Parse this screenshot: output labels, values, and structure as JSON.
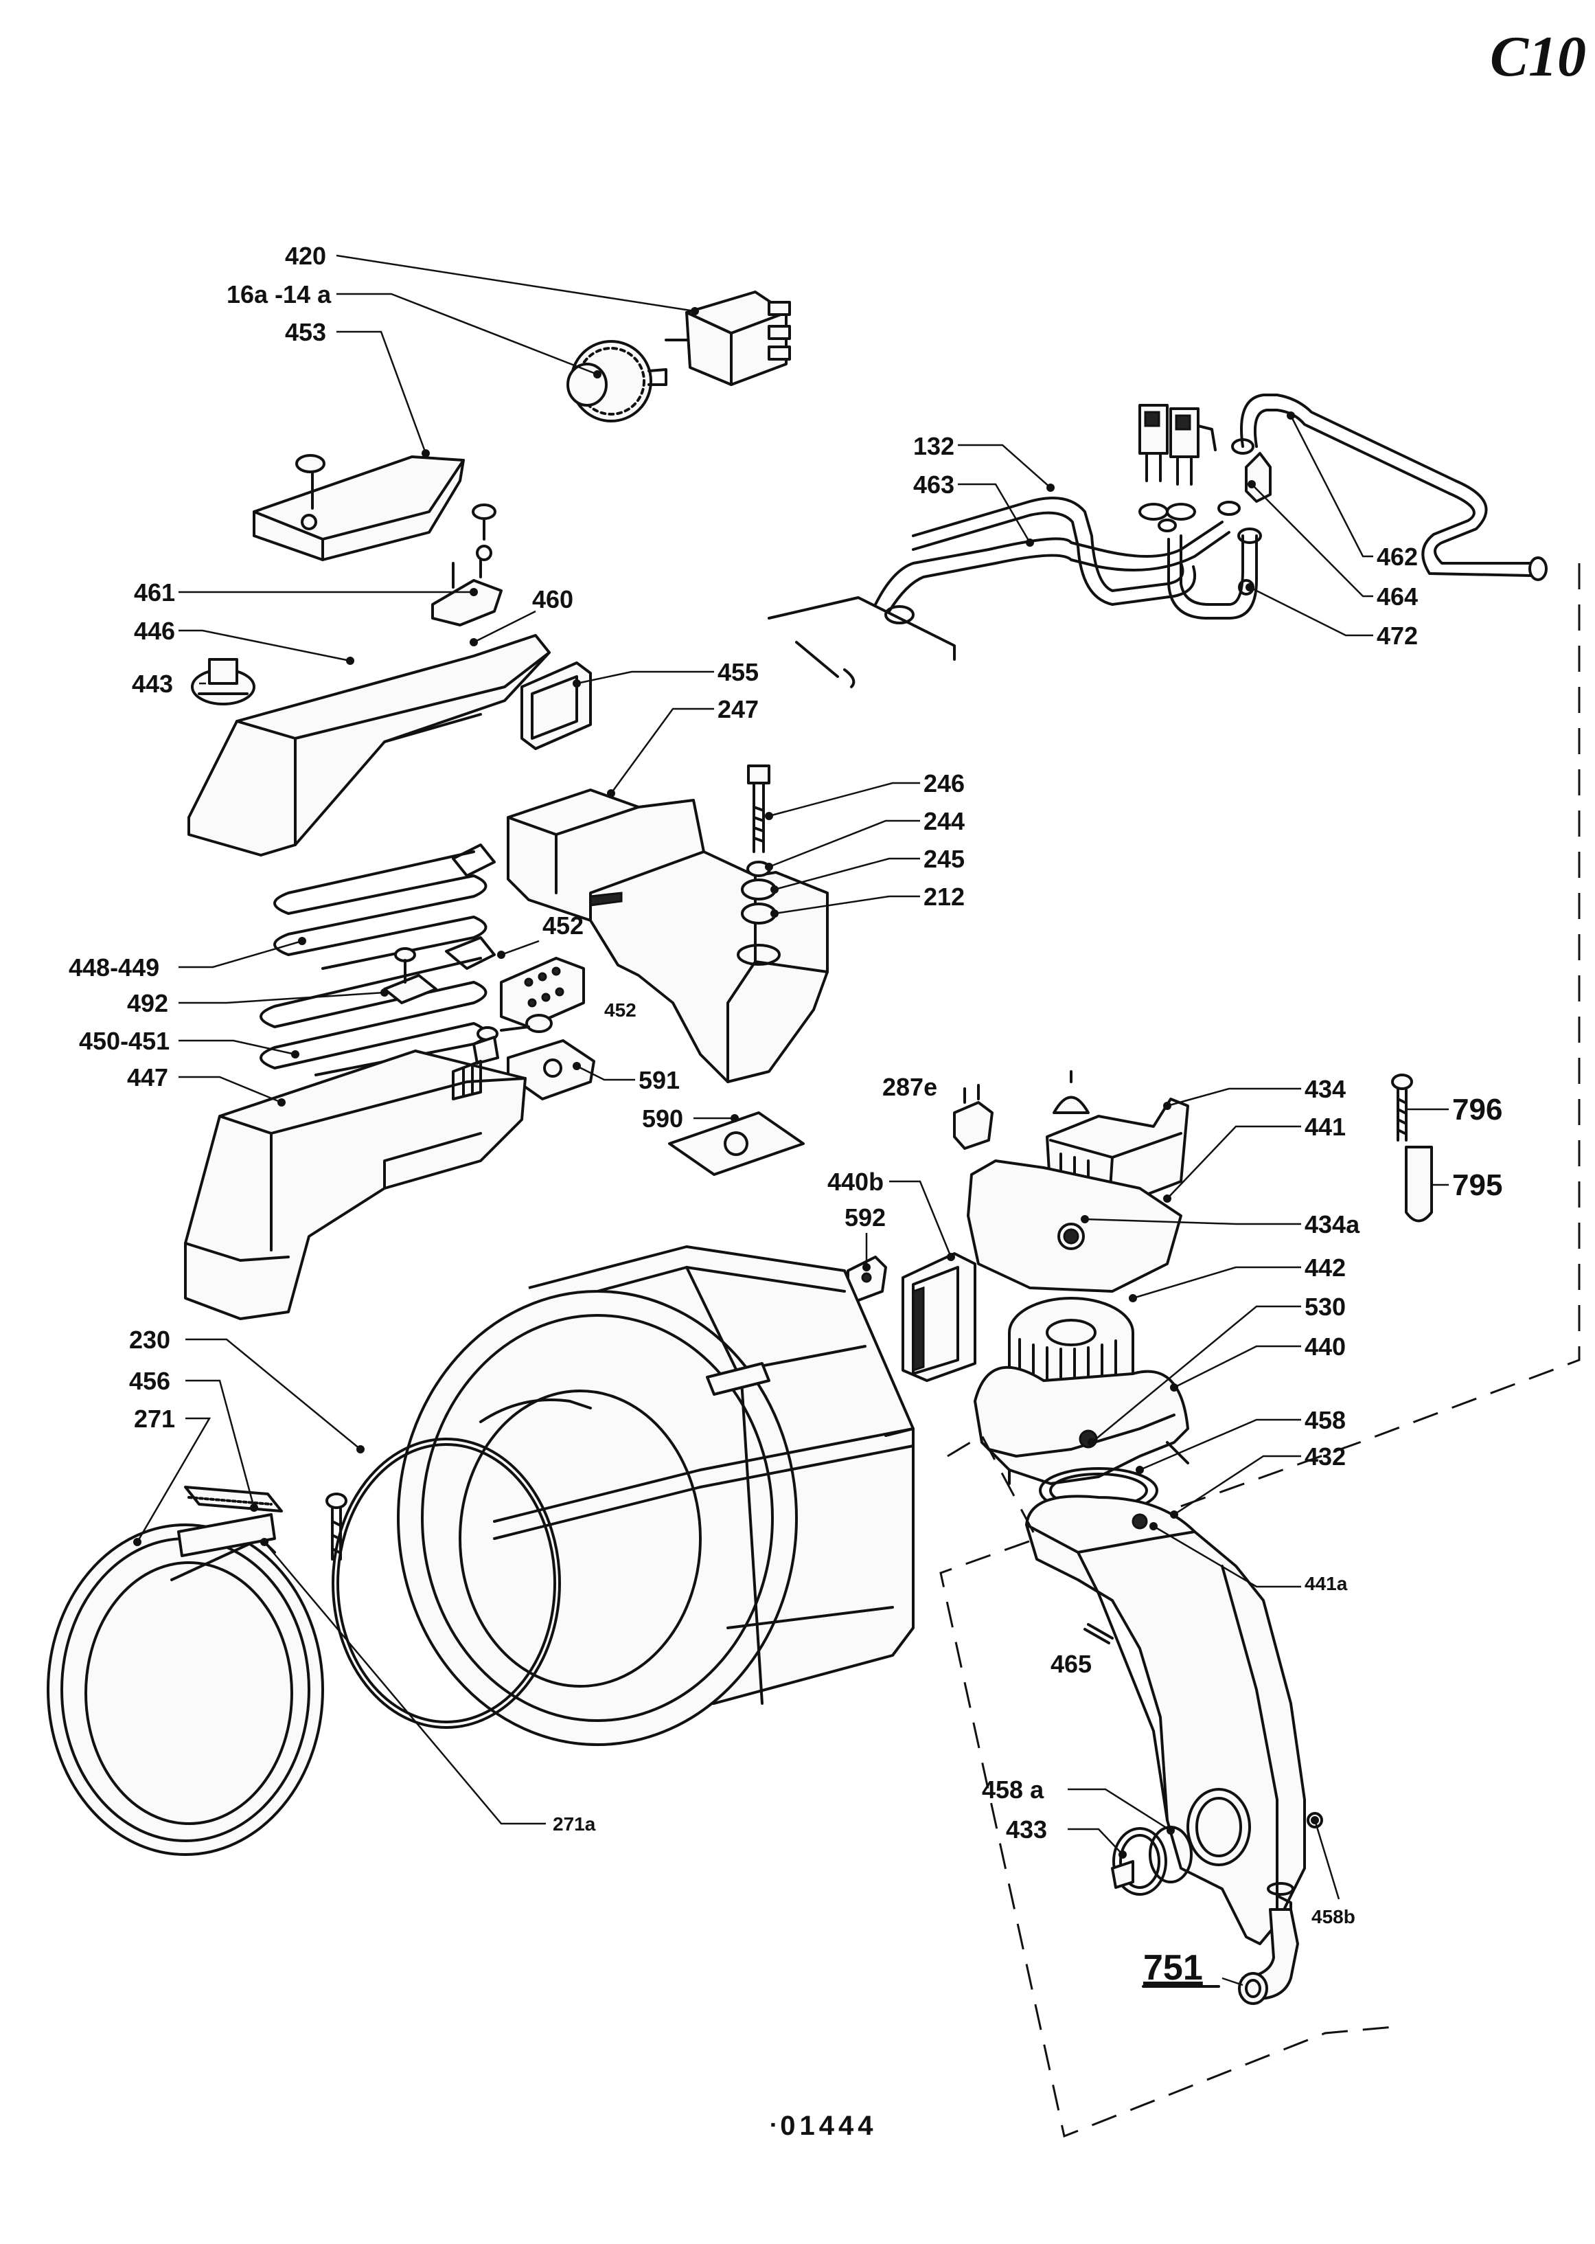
{
  "sheet_id": "C10",
  "drawing_code": "ᐧ01444",
  "callouts": {
    "c420": "420",
    "c16a": "16a -14 a",
    "c453": "453",
    "c132": "132",
    "c463": "463",
    "c462": "462",
    "c464": "464",
    "c472": "472",
    "c461": "461",
    "c460": "460",
    "c446": "446",
    "c443": "443",
    "c455": "455",
    "c247": "247",
    "c246": "246",
    "c244": "244",
    "c245": "245",
    "c212": "212",
    "c452a": "452",
    "c452b": "452",
    "c448": "448-449",
    "c492": "492",
    "c450": "450-451",
    "c591": "591",
    "c447": "447",
    "c590": "590",
    "c287e": "287e",
    "c434": "434",
    "c441": "441",
    "c796": "796",
    "c795": "795",
    "c440b": "440b",
    "c434a": "434a",
    "c592": "592",
    "c442": "442",
    "c530": "530",
    "c440": "440",
    "c458": "458",
    "c432": "432",
    "c441a": "441a",
    "c465": "465",
    "c230": "230",
    "c456": "456",
    "c271": "271",
    "c271a": "271a",
    "c458a": "458 a",
    "c433": "433",
    "c458b": "458b",
    "c751": "751"
  }
}
